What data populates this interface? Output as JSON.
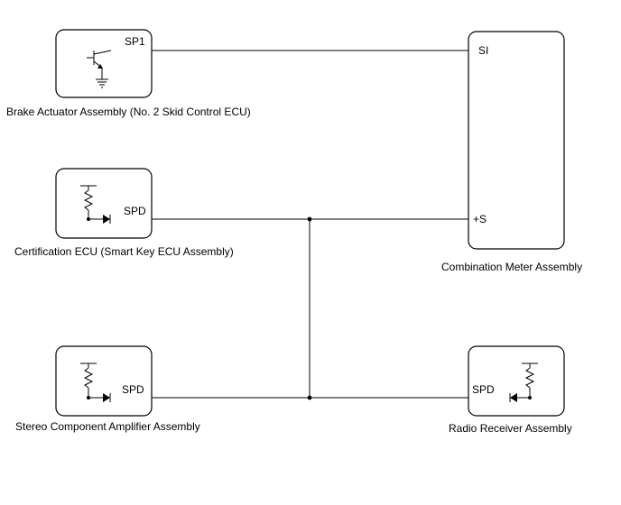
{
  "components": {
    "brake_actuator": {
      "caption": "Brake Actuator Assembly (No. 2 Skid Control ECU)",
      "pin": "SP1"
    },
    "certification_ecu": {
      "caption": "Certification ECU (Smart Key ECU Assembly)",
      "pin": "SPD"
    },
    "stereo_amplifier": {
      "caption": "Stereo Component Amplifier Assembly",
      "pin": "SPD"
    },
    "radio_receiver": {
      "caption": "Radio Receiver Assembly",
      "pin": "SPD"
    },
    "combination_meter": {
      "caption": "Combination Meter Assembly",
      "pin_si": "SI",
      "pin_s": "+S"
    }
  },
  "colors": {
    "line": "#000000",
    "background": "#ffffff"
  }
}
